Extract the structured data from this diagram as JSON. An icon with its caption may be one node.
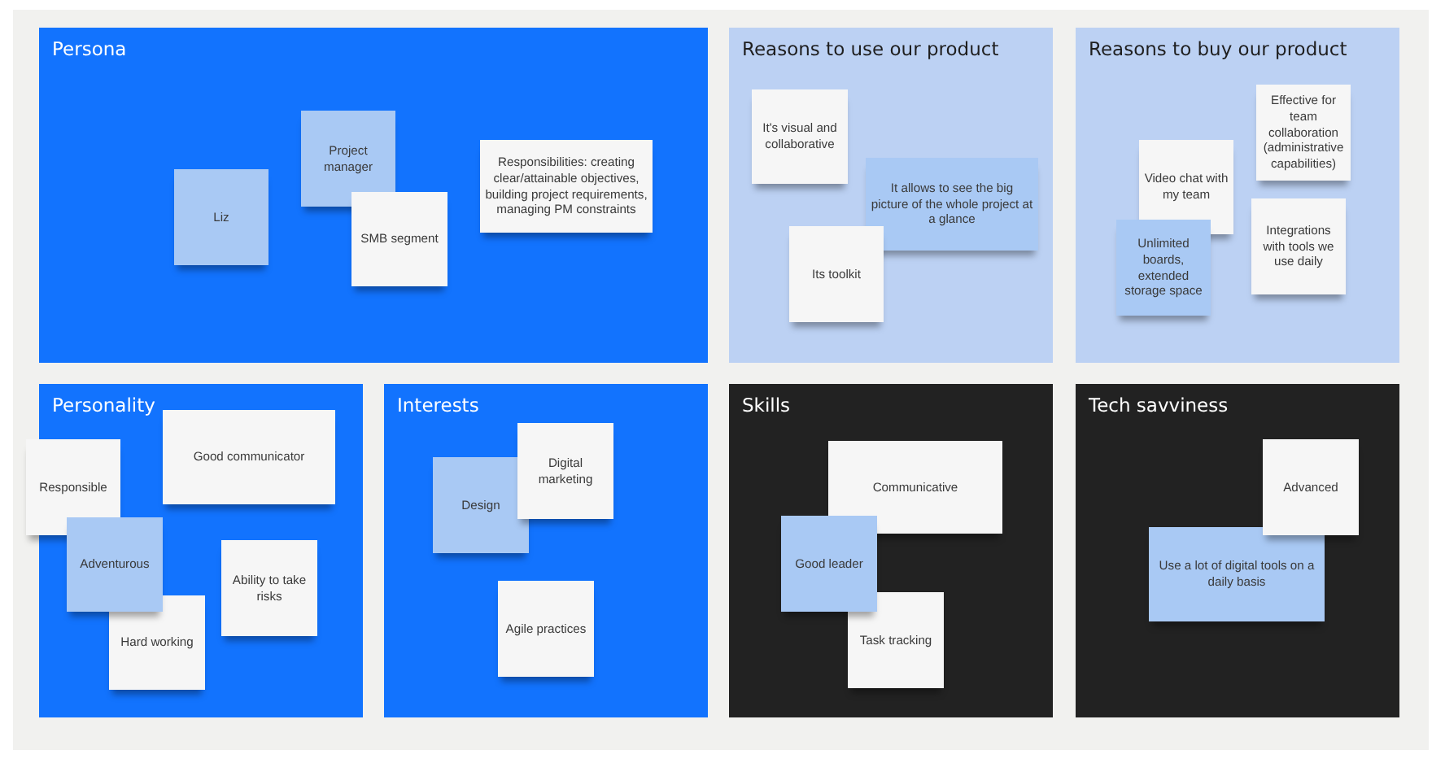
{
  "diagram": {
    "nodes": [
      {
        "text": [
          "Persona"
        ]
      },
      {
        "text": [
          "Liz"
        ],
        "in": 0
      },
      {
        "text": [
          "Project manager"
        ],
        "in": 0
      },
      {
        "text": [
          "SMB segment"
        ],
        "in": 0
      },
      {
        "text": [
          "Responsibilities: creating clear/attainable objectives, building  project requirements, managing PM constraints"
        ],
        "in": 0
      },
      {
        "text": [
          "Reasons to use our product"
        ]
      },
      {
        "text": [
          "It's visual and collaborative"
        ],
        "in": 5
      },
      {
        "text": [
          "It allows to see the big picture of the whole project at a glance"
        ],
        "in": 5
      },
      {
        "text": [
          "Its toolkit"
        ],
        "in": 5
      },
      {
        "text": [
          "Reasons to buy our product"
        ]
      },
      {
        "text": [
          "Effective for team collaboration (administrative capabilities)"
        ],
        "in": 9
      },
      {
        "text": [
          "Video chat with my team"
        ],
        "in": 9
      },
      {
        "text": [
          "Unlimited boards, extended storage space"
        ],
        "in": 9
      },
      {
        "text": [
          "Integrations with tools we use daily"
        ],
        "in": 9
      },
      {
        "text": [
          "Personality"
        ]
      },
      {
        "text": [
          "Good communicator"
        ],
        "in": 14
      },
      {
        "text": [
          "Responsible"
        ]
      },
      {
        "text": [
          "Adventurous"
        ],
        "in": 14
      },
      {
        "text": [
          "Ability to take risks"
        ],
        "in": 14
      },
      {
        "text": [
          "Hard working"
        ],
        "in": 14
      },
      {
        "text": [
          "Interests"
        ]
      },
      {
        "text": [
          "Digital marketing"
        ],
        "in": 20
      },
      {
        "text": [
          "Design"
        ],
        "in": 20
      },
      {
        "text": [
          "Agile practices"
        ],
        "in": 20
      },
      {
        "text": [
          "Skills"
        ]
      },
      {
        "text": [
          "Communicative"
        ],
        "in": 24
      },
      {
        "text": [
          "Good leader"
        ],
        "in": 24
      },
      {
        "text": [
          "Task tracking"
        ],
        "in": 24
      },
      {
        "text": [
          "Tech savviness"
        ]
      },
      {
        "text": [
          "Advanced"
        ],
        "in": 28
      },
      {
        "text": [
          "Use a lot of digital tools on a daily basis"
        ],
        "in": 28
      }
    ]
  }
}
